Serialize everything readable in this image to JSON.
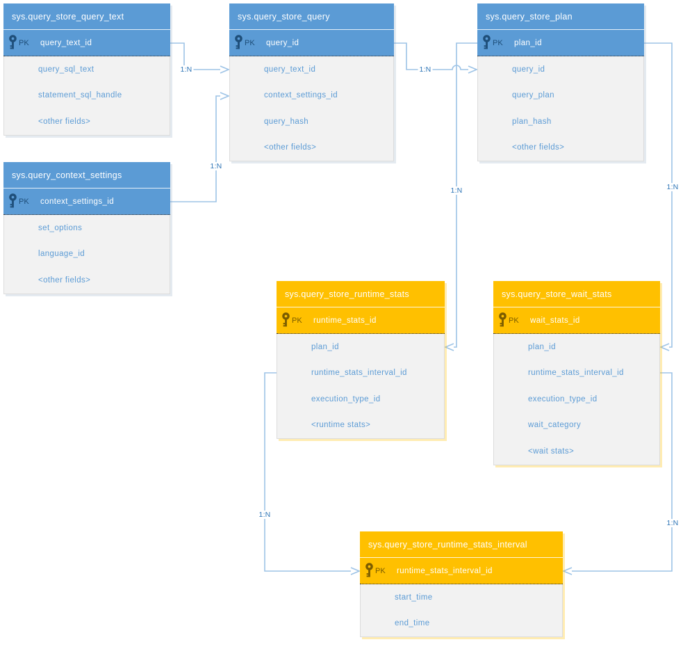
{
  "tables": [
    {
      "title": "sys.query_store_query_text",
      "pk_tag": "PK",
      "pk_field": "query_text_id",
      "fields": [
        "query_sql_text",
        "statement_sql_handle",
        "<other fields>"
      ]
    },
    {
      "title": "sys.query_store_query",
      "pk_tag": "PK",
      "pk_field": "query_id",
      "fields": [
        "query_text_id",
        "context_settings_id",
        "query_hash",
        "<other fields>"
      ]
    },
    {
      "title": "sys.query_store_plan",
      "pk_tag": "PK",
      "pk_field": "plan_id",
      "fields": [
        "query_id",
        "query_plan",
        "plan_hash",
        "<other fields>"
      ]
    },
    {
      "title": "sys.query_context_settings",
      "pk_tag": "PK",
      "pk_field": "context_settings_id",
      "fields": [
        "set_options",
        "language_id",
        "<other fields>"
      ]
    },
    {
      "title": "sys.query_store_runtime_stats",
      "pk_tag": "PK",
      "pk_field": "runtime_stats_id",
      "fields": [
        "plan_id",
        "runtime_stats_interval_id",
        "execution_type_id",
        "<runtime stats>"
      ]
    },
    {
      "title": "sys.query_store_wait_stats",
      "pk_tag": "PK",
      "pk_field": "wait_stats_id",
      "fields": [
        "plan_id",
        "runtime_stats_interval_id",
        "execution_type_id",
        "wait_category",
        "<wait stats>"
      ]
    },
    {
      "title": "sys.query_store_runtime_stats_interval",
      "pk_tag": "PK",
      "pk_field": "runtime_stats_interval_id",
      "fields": [
        "start_time",
        "end_time"
      ]
    }
  ],
  "relationships": [
    {
      "from": "query_store_query_text.query_text_id",
      "to": "query_store_query.query_text_id",
      "label": "1:N"
    },
    {
      "from": "query_context_settings.context_settings_id",
      "to": "query_store_query.context_settings_id",
      "label": "1:N"
    },
    {
      "from": "query_store_query.query_id",
      "to": "query_store_plan.query_id",
      "label": "1:N"
    },
    {
      "from": "query_store_plan.plan_id",
      "to": "query_store_runtime_stats.plan_id",
      "label": "1:N"
    },
    {
      "from": "query_store_plan.plan_id",
      "to": "query_store_wait_stats.plan_id",
      "label": "1:N"
    },
    {
      "from": "query_store_runtime_stats.runtime_stats_interval_id",
      "to": "query_store_runtime_stats_interval.runtime_stats_interval_id",
      "label": "1:N"
    },
    {
      "from": "query_store_wait_stats.runtime_stats_interval_id",
      "to": "query_store_runtime_stats_interval.runtime_stats_interval_id",
      "label": "1:N"
    }
  ],
  "colors": {
    "header_blue": "#5b9bd5",
    "header_orange": "#ffc000",
    "pk_ink_blue": "#1e4e79",
    "pk_ink_orange": "#7a5c00",
    "field_text": "#5b9bd5",
    "body_bg": "#f2f2f2",
    "connector_line": "#9dc3e6",
    "relationship_label": "#2e75b6"
  }
}
